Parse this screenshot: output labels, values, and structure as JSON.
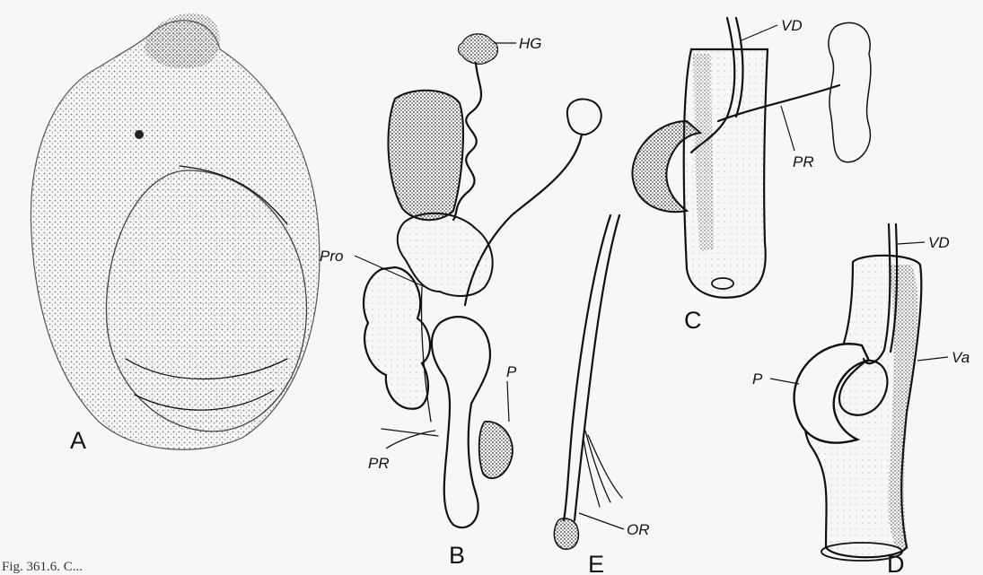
{
  "figure": {
    "caption": "Fig. 361.6. C...",
    "panels": {
      "a": "A",
      "b": "B",
      "c": "C",
      "d": "D",
      "e": "E"
    },
    "labels": {
      "hg": "HG",
      "pro": "Pro",
      "p_b": "P",
      "pr_b": "PR",
      "vd_c": "VD",
      "pr_c": "PR",
      "vd_d": "VD",
      "p_d": "P",
      "va": "Va",
      "or": "OR"
    }
  },
  "colors": {
    "ink": "#111111",
    "paper": "#f7f7f5",
    "stipple": "#9a9a9a"
  }
}
